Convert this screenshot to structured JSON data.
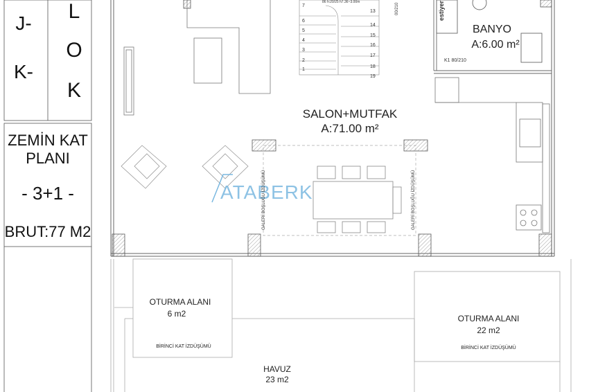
{
  "sidebar": {
    "block_letters_left": [
      "J-",
      "K-"
    ],
    "block_letters_right": [
      "L",
      "O",
      "K"
    ],
    "floor_title": "ZEMİN KAT PLANI",
    "type": "- 3+1 -",
    "gross_area": "BRUT:77 M2"
  },
  "rooms": {
    "bath": {
      "name": "BANYO",
      "area": "A:6.00 m²",
      "door": "K1 80/210"
    },
    "living": {
      "name": "SALON+MUTFAK",
      "area": "A:71.00 m²"
    },
    "sitting_left": {
      "name": "OTURMA ALANI",
      "area": "6 m2",
      "note": "BİRİNCİ KAT İZDÜŞÜMÜ"
    },
    "sitting_right": {
      "name": "OTURMA ALANI",
      "area": "22 m2",
      "note": "BİRİNCİ KAT İZDÜŞÜMÜ"
    },
    "pool": {
      "name": "HAVUZ",
      "area": "23 m2"
    }
  },
  "labels": {
    "watermark": "ATABERK",
    "gallery_left": "GALERİ BOŞLUĞU İZDÜŞÜMÜ",
    "gallery_right": "GALERİ BOŞLUĞU İZDÜŞÜMÜ",
    "stair_note": "86 h:20/25 h7.36~3.00m",
    "door_note": "00/210",
    "vestiyer": "estiyer",
    "stair_numbers_left": [
      "7",
      "6",
      "5",
      "4",
      "3",
      "2",
      "1"
    ],
    "stair_numbers_right": [
      "13",
      "14",
      "15",
      "16",
      "17",
      "18",
      "19"
    ]
  }
}
